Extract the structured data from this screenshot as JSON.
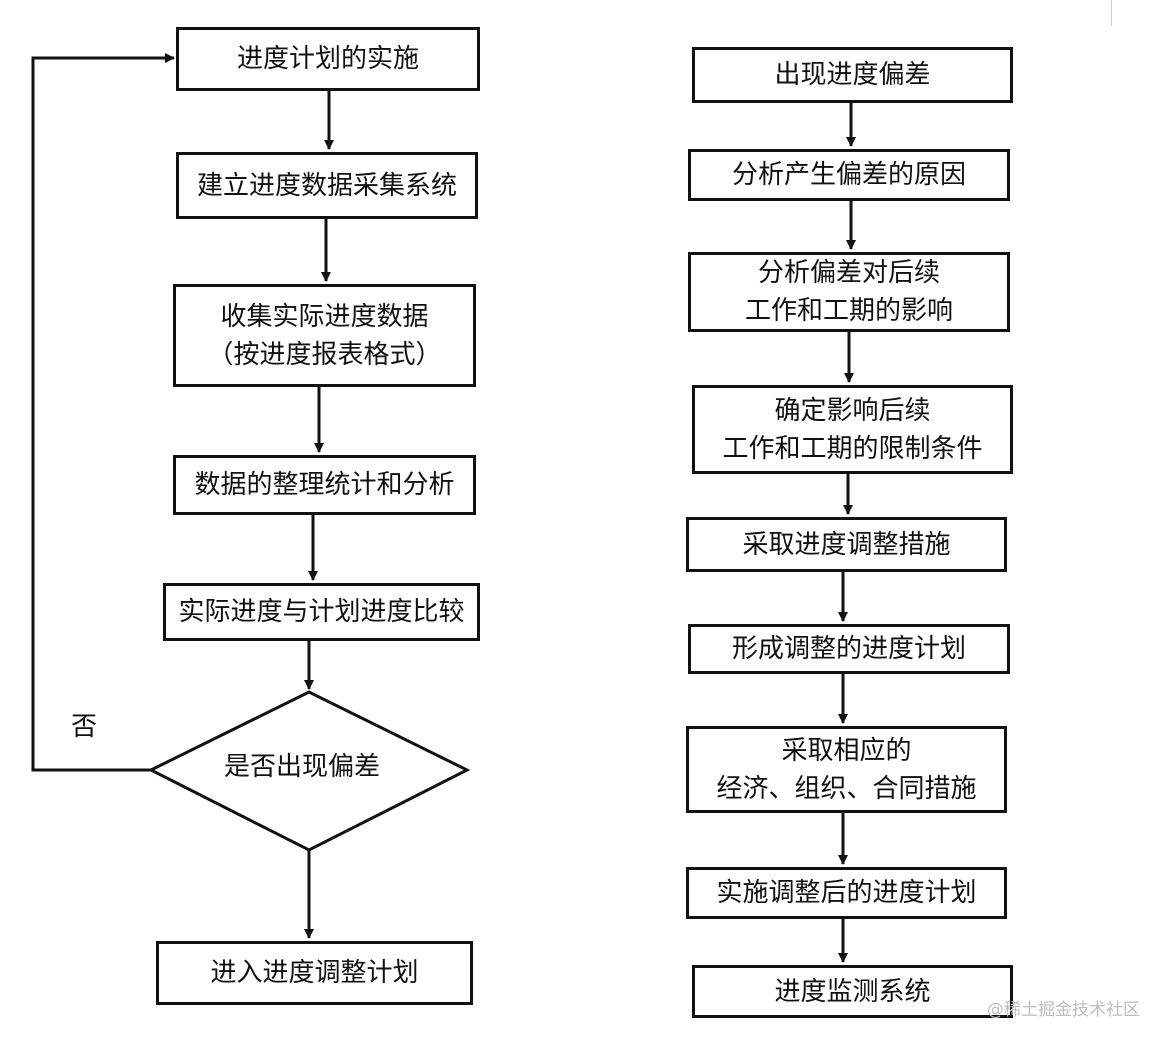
{
  "left_flow": {
    "step1": "进度计划的实施",
    "step2": "建立进度数据采集系统",
    "step3": [
      "收集实际进度数据",
      "（按进度报表格式）"
    ],
    "step4": "数据的整理统计和分析",
    "step5": "实际进度与计划进度比较",
    "decision": "是否出现偏差",
    "no_label": "否",
    "end": "进入进度调整计划"
  },
  "right_flow": {
    "step1": "出现进度偏差",
    "step2": "分析产生偏差的原因",
    "step3": [
      "分析偏差对后续",
      "工作和工期的影响"
    ],
    "step4": [
      "确定影响后续",
      "工作和工期的限制条件"
    ],
    "step5": "采取进度调整措施",
    "step6": "形成调整的进度计划",
    "step7": [
      "采取相应的",
      "经济、组织、合同措施"
    ],
    "step8": "实施调整后的进度计划",
    "step9": "进度监测系统"
  },
  "watermark": "@稀土掘金技术社区"
}
